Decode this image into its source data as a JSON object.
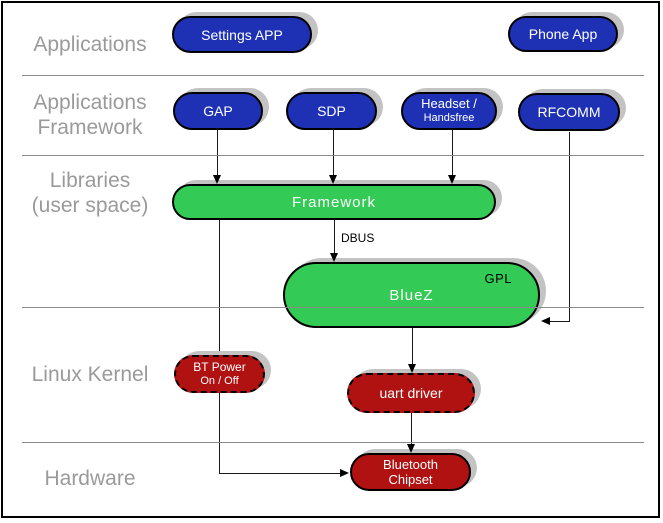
{
  "colors": {
    "node-blue": "#1e31b5",
    "node-green": "#33cb55",
    "node-red": "#b01111",
    "shadow": "#c3c3c3",
    "divider-gray": "#8a8a8a",
    "label-gray": "#9a9a9a"
  },
  "layers": [
    {
      "id": "applications",
      "lines": [
        "Applications"
      ]
    },
    {
      "id": "applications-framework",
      "lines": [
        "Applications",
        "Framework"
      ]
    },
    {
      "id": "libraries-user-space",
      "lines": [
        "Libraries",
        "(user space)"
      ]
    },
    {
      "id": "linux-kernel",
      "lines": [
        "Linux Kernel"
      ]
    },
    {
      "id": "hardware",
      "lines": [
        "Hardware"
      ]
    }
  ],
  "nodes": {
    "settings_app": {
      "label": "Settings APP"
    },
    "phone_app": {
      "label": "Phone App"
    },
    "gap": {
      "label": "GAP"
    },
    "sdp": {
      "label": "SDP"
    },
    "headset": {
      "line1": "Headset /",
      "line2": "Handsfree"
    },
    "rfcomm": {
      "label": "RFCOMM"
    },
    "framework": {
      "label": "Framework"
    },
    "bluez": {
      "label": "BlueZ",
      "badge": "GPL"
    },
    "bt_power": {
      "line1": "BT Power",
      "line2": "On / Off"
    },
    "uart": {
      "label": "uart driver"
    },
    "chipset": {
      "line1": "Bluetooth",
      "line2": "Chipset"
    }
  },
  "edges": {
    "dbus_label": "DBUS"
  }
}
